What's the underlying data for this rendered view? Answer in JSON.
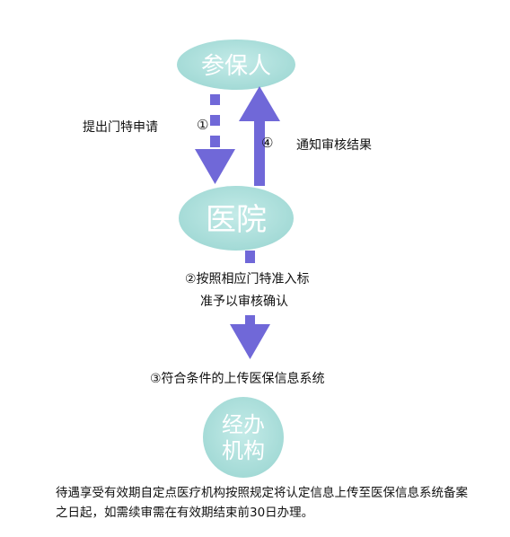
{
  "colors": {
    "node_fill": "#a9dedb",
    "node_fill_light": "#d7f0ee",
    "arrow": "#7068d8",
    "node_text": "#ffffff"
  },
  "nodes": {
    "insured": "参保人",
    "hospital": "医院",
    "agency_line1": "经办",
    "agency_line2": "机构"
  },
  "steps": {
    "apply_text": "提出门特申请",
    "apply_num": "①",
    "notify_num": "④",
    "notify_text": "通知审核结果",
    "confirm_line1": "②按照相应门特准入标",
    "confirm_line2": "准予以审核确认",
    "upload_text": "③符合条件的上传医保信息系统"
  },
  "footer": {
    "note": "待遇享受有效期自定点医疗机构按照规定将认定信息上传至医保信息系统备案之日起，如需续审需在有效期结束前30日办理。"
  }
}
